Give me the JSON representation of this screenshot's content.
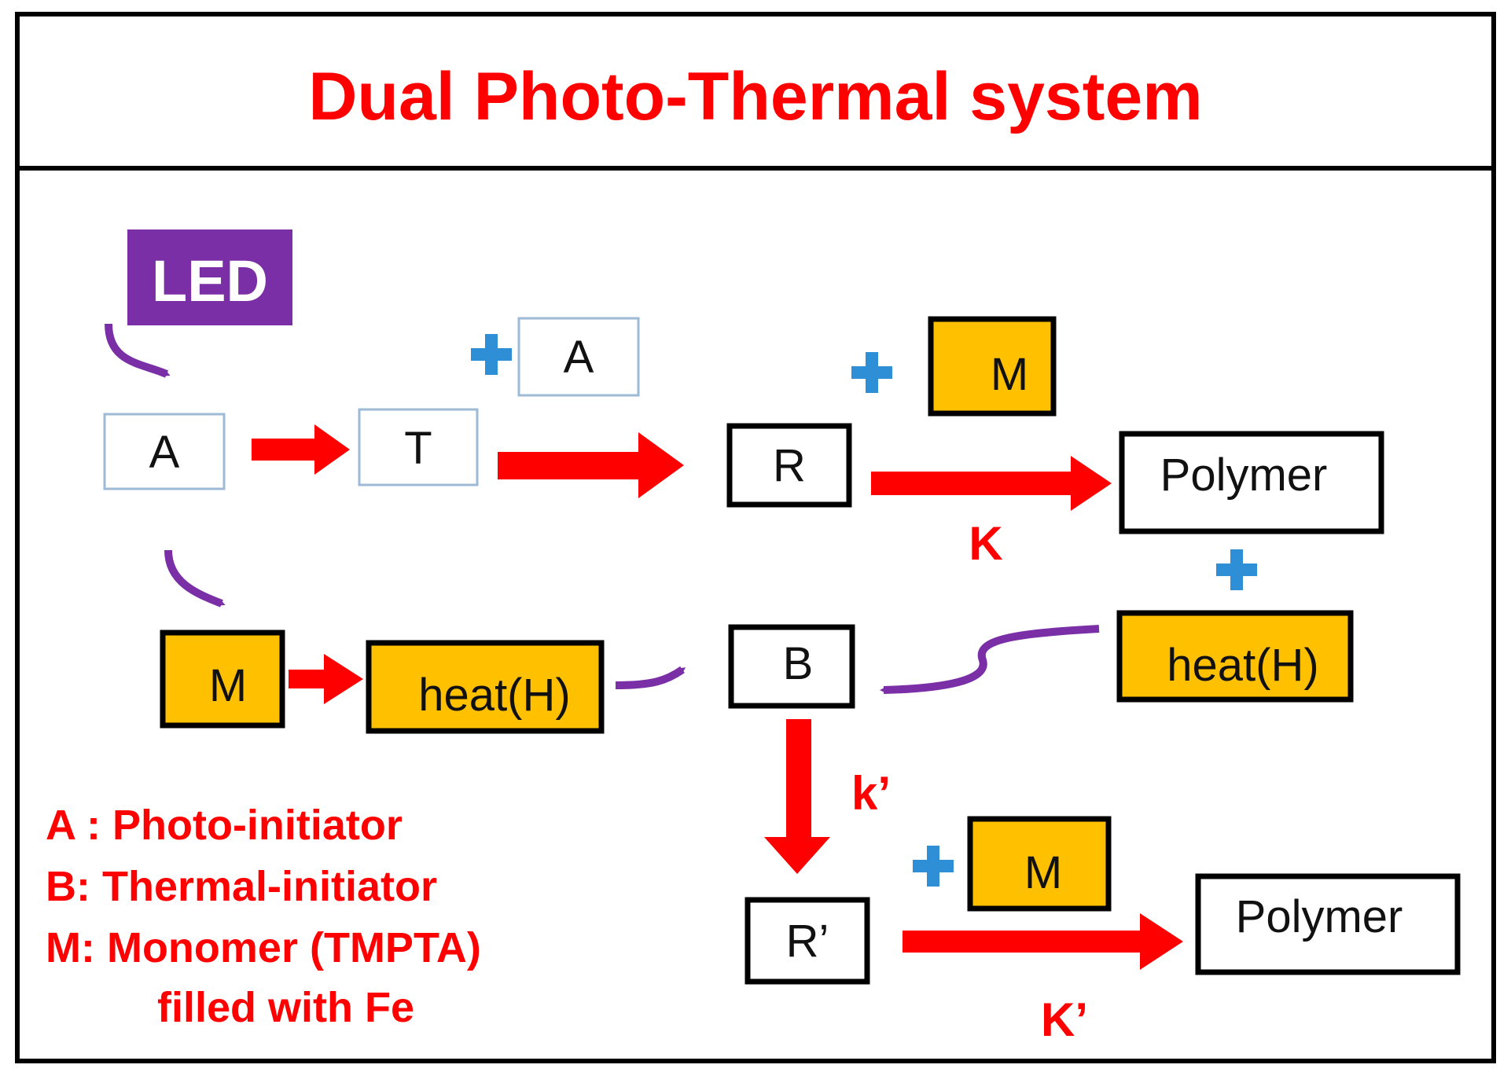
{
  "title": "Dual Photo-Thermal system",
  "led": "LED",
  "nodes": {
    "a_start": "A",
    "t": "T",
    "a_plus": "A",
    "r": "R",
    "m_top": "M",
    "polymer_top": "Polymer",
    "m_left": "M",
    "heat_left": "heat(H)",
    "b": "B",
    "heat_right": "heat(H)",
    "r_prime": "R’",
    "m_bottom": "M",
    "polymer_bottom": "Polymer"
  },
  "rates": {
    "k_top": "K",
    "k_prime_lower": "k’",
    "k_prime_bottom": "K’"
  },
  "legend": [
    "A : Photo-initiator",
    "B: Thermal-initiator",
    "M: Monomer (TMPTA)",
    "filled with Fe"
  ],
  "colors": {
    "title": "#ff0000",
    "arrow_red": "#ff0000",
    "arrow_purple": "#7b2fa6",
    "led_fill": "#7b2fa6",
    "monomer_fill": "#ffc000",
    "plus_blue": "#2f8fd6",
    "thin_box_border": "#9dbad6"
  }
}
